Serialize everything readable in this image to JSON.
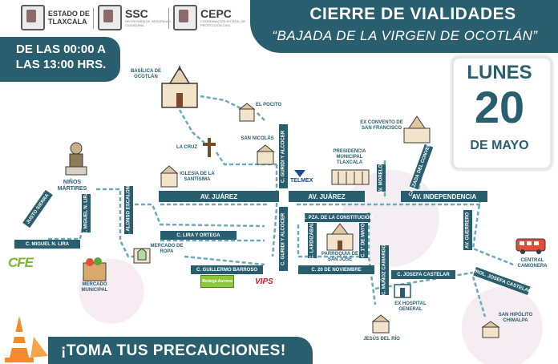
{
  "header": {
    "logo1": {
      "line1": "ESTADO DE",
      "line2": "TLAXCALA"
    },
    "logo2": {
      "name": "SSC",
      "sub": "SECRETARÍA DE SEGURIDAD CIUDADANA"
    },
    "logo3": {
      "name": "CEPC",
      "sub": "COORDINACIÓN ESTATAL DE PROTECCIÓN CIVIL"
    }
  },
  "title": {
    "main": "CIERRE DE VIALIDADES",
    "sub": "“BAJADA DE LA VIRGEN DE OCOTLÁN”"
  },
  "schedule": {
    "line1": "DE LAS 00:00 A",
    "line2": "LAS 13:00 HRS."
  },
  "date": {
    "day": "LUNES",
    "number": "20",
    "month": "DE MAYO"
  },
  "roads": {
    "av_juarez_left": "AV. JUÁREZ",
    "av_juarez_right": "AV. JUÁREZ",
    "av_independencia": "AV. INDEPENDENCIA",
    "guridi_top": "C. GURIDI Y ALCOCER",
    "guridi_bottom": "C. GURIDI Y ALCOCER",
    "lira_ortega": "C. LIRA Y ORTEGA",
    "miguel_lira_h": "C. MIGUEL N. LIRA",
    "miguel_lira_v": "C. MIGUEL N. LIRA",
    "justo_sierra": "JUSTO SIERRA",
    "alonso_escalona": "C. ALONSO ESCALONA",
    "guillermo_barroso": "C. GUILLERMO BARROSO",
    "plaza_constitucion": "C. PZA. DE LA CONSTITUCIÓN",
    "lardizabal": "C. LARDIZÁBAL",
    "primero_mayo": "C. 1° DE MAYO",
    "veinte_noviembre": "C. 20 DE NOVIEMBRE",
    "nunez_camargo": "C. MUÑOZ CAMARGO",
    "morelos": "AV. MORELOS",
    "calzada_convento": "CALZADA DEL CONVENTO",
    "josefa_castelar": "C. JOSEFA CASTELAR",
    "prol_josefa_castelar": "PROL. JOSEFA CASTELAR",
    "av_guerrero": "AV. GUERRERO"
  },
  "places": {
    "basilica": "BASÍLICA DE OCOTLÁN",
    "el_pocito": "EL POCITO",
    "san_nicolas": "SAN NICOLÁS",
    "la_cruz": "LA CRUZ",
    "iglesia_santisima": "IGLESIA DE LA SANTÍSIMA",
    "ninos_martires": "NIÑOS MÁRTIRES",
    "mercado_ropa": "MERCADO DE ROPA",
    "mercado_municipal": "MERCADO MUNICIPAL",
    "ex_convento": "EX CONVENTO DE SAN FRANCISCO",
    "presidencia": "PRESIDENCIA MUNICIPAL TLAXCALA",
    "parroquia": "PARROQUIA DE SAN JOSÉ",
    "ex_hospital": "EX HOSPITAL GENERAL",
    "jesus_rio": "JESÚS DEL RÍO",
    "central_camionera": "CENTRAL CAMIONERA",
    "san_hipolito": "SAN HIPÓLITO CHIMALPA"
  },
  "brands": {
    "cfe": "CFE",
    "telmex": "TELMEX",
    "vips": "VIPS",
    "bodega": "Bodega Aurrera"
  },
  "footer": {
    "message": "¡TOMA TUS PRECAUCIONES!"
  },
  "colors": {
    "primary": "#295e6e",
    "white": "#ffffff",
    "cfe": "#79b82a",
    "vips": "#d7192a"
  },
  "icons": [
    "church-icon",
    "cross-icon",
    "building-icon",
    "bus-icon",
    "market-icon",
    "monument-icon",
    "traffic-cone-icon",
    "telmex-icon",
    "arrow-icon"
  ]
}
